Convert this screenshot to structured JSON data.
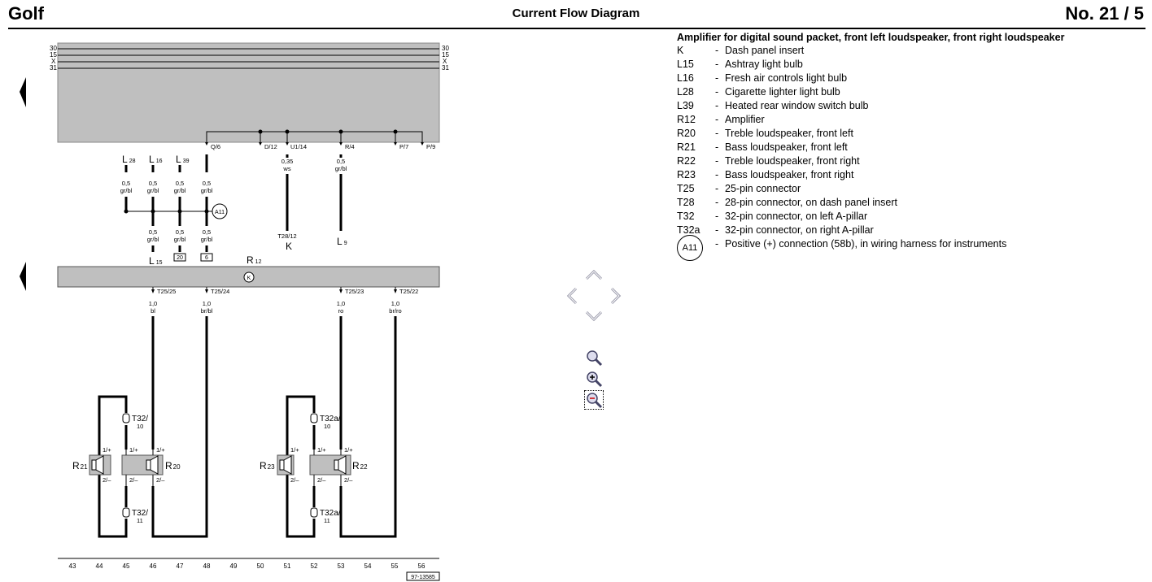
{
  "header": {
    "model": "Golf",
    "title": "Current Flow Diagram",
    "page": "No.  21 / 5"
  },
  "legend": {
    "title": "Amplifier for digital sound packet, front left loudspeaker, front right loudspeaker",
    "items": [
      {
        "code": "K",
        "desc": "Dash panel insert"
      },
      {
        "code": "L15",
        "desc": "Ashtray light bulb"
      },
      {
        "code": "L16",
        "desc": "Fresh air controls light bulb"
      },
      {
        "code": "L28",
        "desc": "Cigarette lighter light bulb"
      },
      {
        "code": "L39",
        "desc": "Heated rear window switch bulb"
      },
      {
        "code": "R12",
        "desc": "Amplifier"
      },
      {
        "code": "R20",
        "desc": "Treble loudspeaker, front left"
      },
      {
        "code": "R21",
        "desc": "Bass loudspeaker, front left"
      },
      {
        "code": "R22",
        "desc": "Treble loudspeaker, front right"
      },
      {
        "code": "R23",
        "desc": "Bass loudspeaker, front right"
      },
      {
        "code": "T25",
        "desc": "25-pin connector"
      },
      {
        "code": "T28",
        "desc": "28-pin connector, on dash panel insert"
      },
      {
        "code": "T32",
        "desc": "32-pin connector, on left A-pillar"
      },
      {
        "code": "T32a",
        "desc": "32-pin connector, on right A-pillar"
      },
      {
        "code": "A11",
        "desc": "Positive (+) connection (58b), in wiring harness for instruments",
        "circle": true
      }
    ]
  },
  "diagram": {
    "bus_labels": [
      "30",
      "15",
      "X",
      "31"
    ],
    "top_pins": [
      "Q/6",
      "D/12",
      "U1/14",
      "R/4",
      "P/7",
      "P/9"
    ],
    "bulbs": {
      "l28": {
        "main": "L",
        "sub": "28"
      },
      "l16": {
        "main": "L",
        "sub": "16"
      },
      "l39": {
        "main": "L",
        "sub": "39"
      },
      "l15": {
        "main": "L",
        "sub": "15"
      },
      "l9": {
        "main": "L",
        "sub": "9"
      }
    },
    "wire_size_05": "0,5",
    "wire_size_035": "0,35",
    "wire_size_10": "1,0",
    "color_grbl": "gr/bl",
    "color_ws": "ws",
    "color_bl": "bl",
    "color_brbl": "br/bl",
    "color_ro": "ro",
    "color_brro": "br/ro",
    "box_20": "20",
    "box_6": "6",
    "a11": "A11",
    "k_connector": "T28/12",
    "k_label": "K",
    "amp": {
      "main": "R",
      "sub": "12"
    },
    "amp_symbol": "K",
    "amp_pins": [
      "T25/25",
      "T25/24",
      "T25/23",
      "T25/22"
    ],
    "t32_top": {
      "main": "T32/",
      "sub": "10"
    },
    "t32_bottom": {
      "main": "T32/",
      "sub": "11"
    },
    "t32a_top": {
      "main": "T32a/",
      "sub": "10"
    },
    "t32a_bottom": {
      "main": "T32a/",
      "sub": "11"
    },
    "pin_plus": "1/+",
    "pin_minus": "2/–",
    "r21": {
      "main": "R",
      "sub": "21"
    },
    "r20": {
      "main": "R",
      "sub": "20"
    },
    "r23": {
      "main": "R",
      "sub": "23"
    },
    "r22": {
      "main": "R",
      "sub": "22"
    },
    "tracks": [
      "43",
      "44",
      "45",
      "46",
      "47",
      "48",
      "49",
      "50",
      "51",
      "52",
      "53",
      "54",
      "55",
      "56"
    ],
    "ref": "97-13585"
  },
  "nav_icons": [
    "chevron-up-icon",
    "chevron-left-icon",
    "chevron-right-icon",
    "chevron-down-icon"
  ],
  "zoom_icons": [
    "zoom-reset-icon",
    "zoom-in-icon",
    "zoom-out-icon"
  ]
}
